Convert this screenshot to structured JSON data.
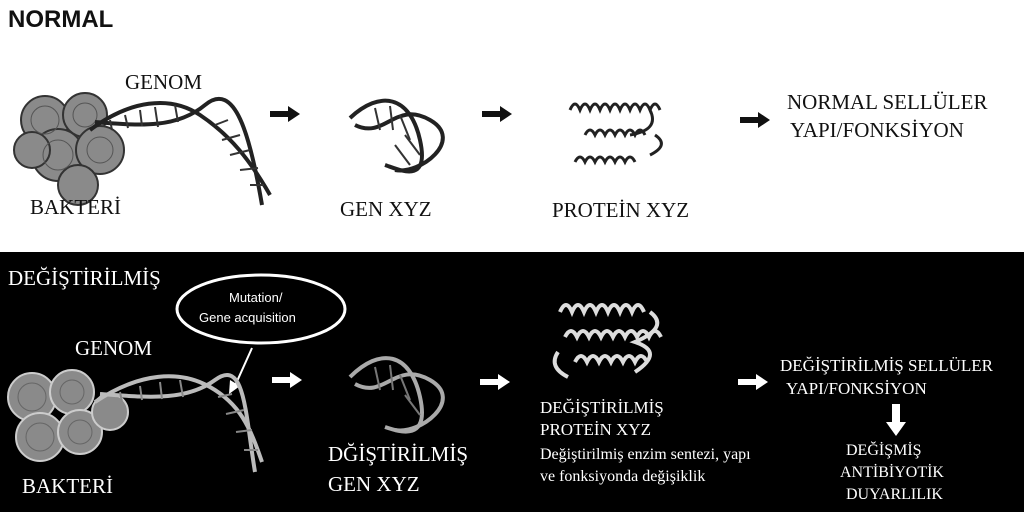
{
  "colors": {
    "top_background": "#ffffff",
    "bottom_background": "#000000",
    "top_text": "#111111",
    "bottom_text": "#ffffff"
  },
  "normal": {
    "section_title": "NORMAL",
    "genome_label": "GENOM",
    "bacteria_label": "BAKTERİ",
    "gene_label": "GEN XYZ",
    "protein_label": "PROTEİN XYZ",
    "result_line1": "NORMAL SELLÜLER",
    "result_line2": "YAPI/FONKSİYON"
  },
  "modified": {
    "section_title": "DEĞİŞTİRİLMİŞ",
    "bubble_line1": "Mutation/",
    "bubble_line2": "Gene acquisition",
    "genome_label": "GENOM",
    "bacteria_label": "BAKTERİ",
    "gene_line1": "DĞİŞTİRİLMİŞ",
    "gene_line2": "GEN XYZ",
    "protein_line1": "DEĞİŞTİRİLMİŞ",
    "protein_line2": "PROTEİN XYZ",
    "protein_desc_line1": "Değiştirilmiş enzim sentezi, yapı",
    "protein_desc_line2": "ve fonksiyonda değişiklik",
    "result_line1": "DEĞİŞTİRİLMİŞ SELLÜLER",
    "result_line2": "YAPI/FONKSİYON",
    "outcome_line1": "DEĞİŞMİŞ",
    "outcome_line2": "ANTİBİYOTİK",
    "outcome_line3": "DUYARLILIK"
  }
}
